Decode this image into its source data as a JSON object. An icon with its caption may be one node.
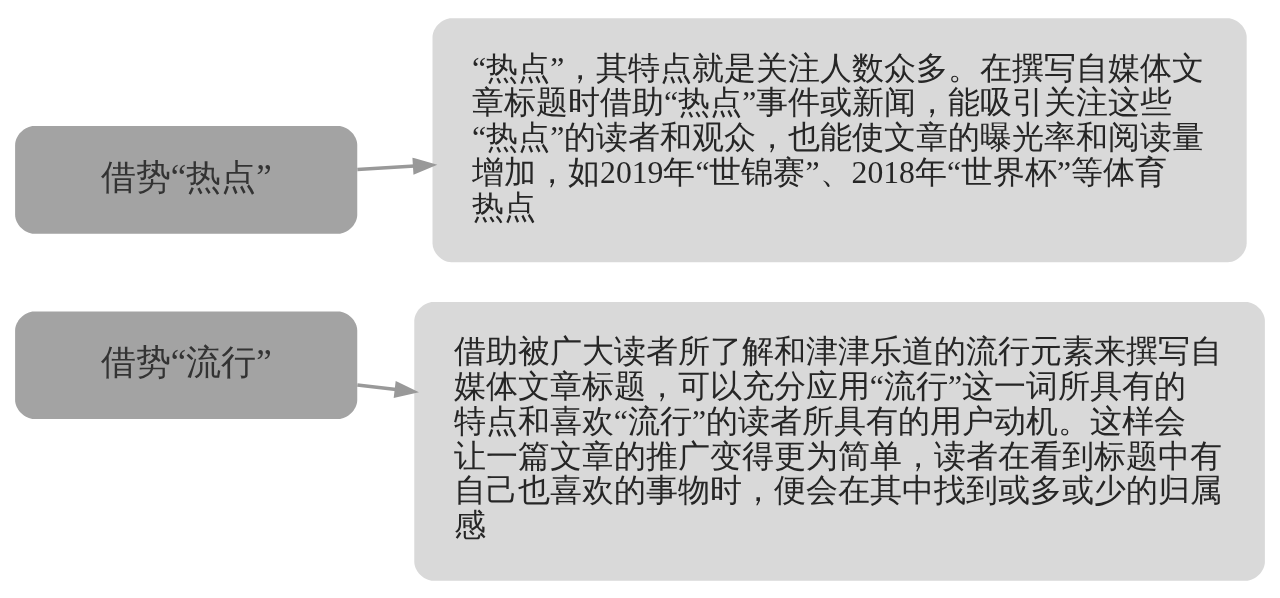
{
  "diagram": {
    "nodes": [
      {
        "text": [
          "借势“热点”"
        ]
      },
      {
        "text": [
          "“热点”，其特点就是关注人数众多。在撰写自媒体文章标题时借助“热点”事件或新闻，能吸引关注这些“热点”的读者和观众，也能使文章的曝光率和阅读量增加，如2019年“世锦赛”、2018年“世界杯”等体育热点"
        ]
      },
      {
        "text": [
          "借势“流行”"
        ]
      },
      {
        "text": [
          "借助被广大读者所了解和津津乐道的流行元素来撰写自媒体文章标题，可以充分应用“流行”这一词所具有的特点和喜欢“流行”的读者所具有的用户动机。这样会让一篇文章的推广变得更为简单，读者在看到标题中有自己也喜欢的事物时，便会在其中找到或多或少的归属感"
        ]
      }
    ],
    "edges": [
      {
        "from": 0,
        "to": 1,
        "arrow": "to"
      },
      {
        "from": 2,
        "to": 3,
        "arrow": "to"
      }
    ]
  }
}
